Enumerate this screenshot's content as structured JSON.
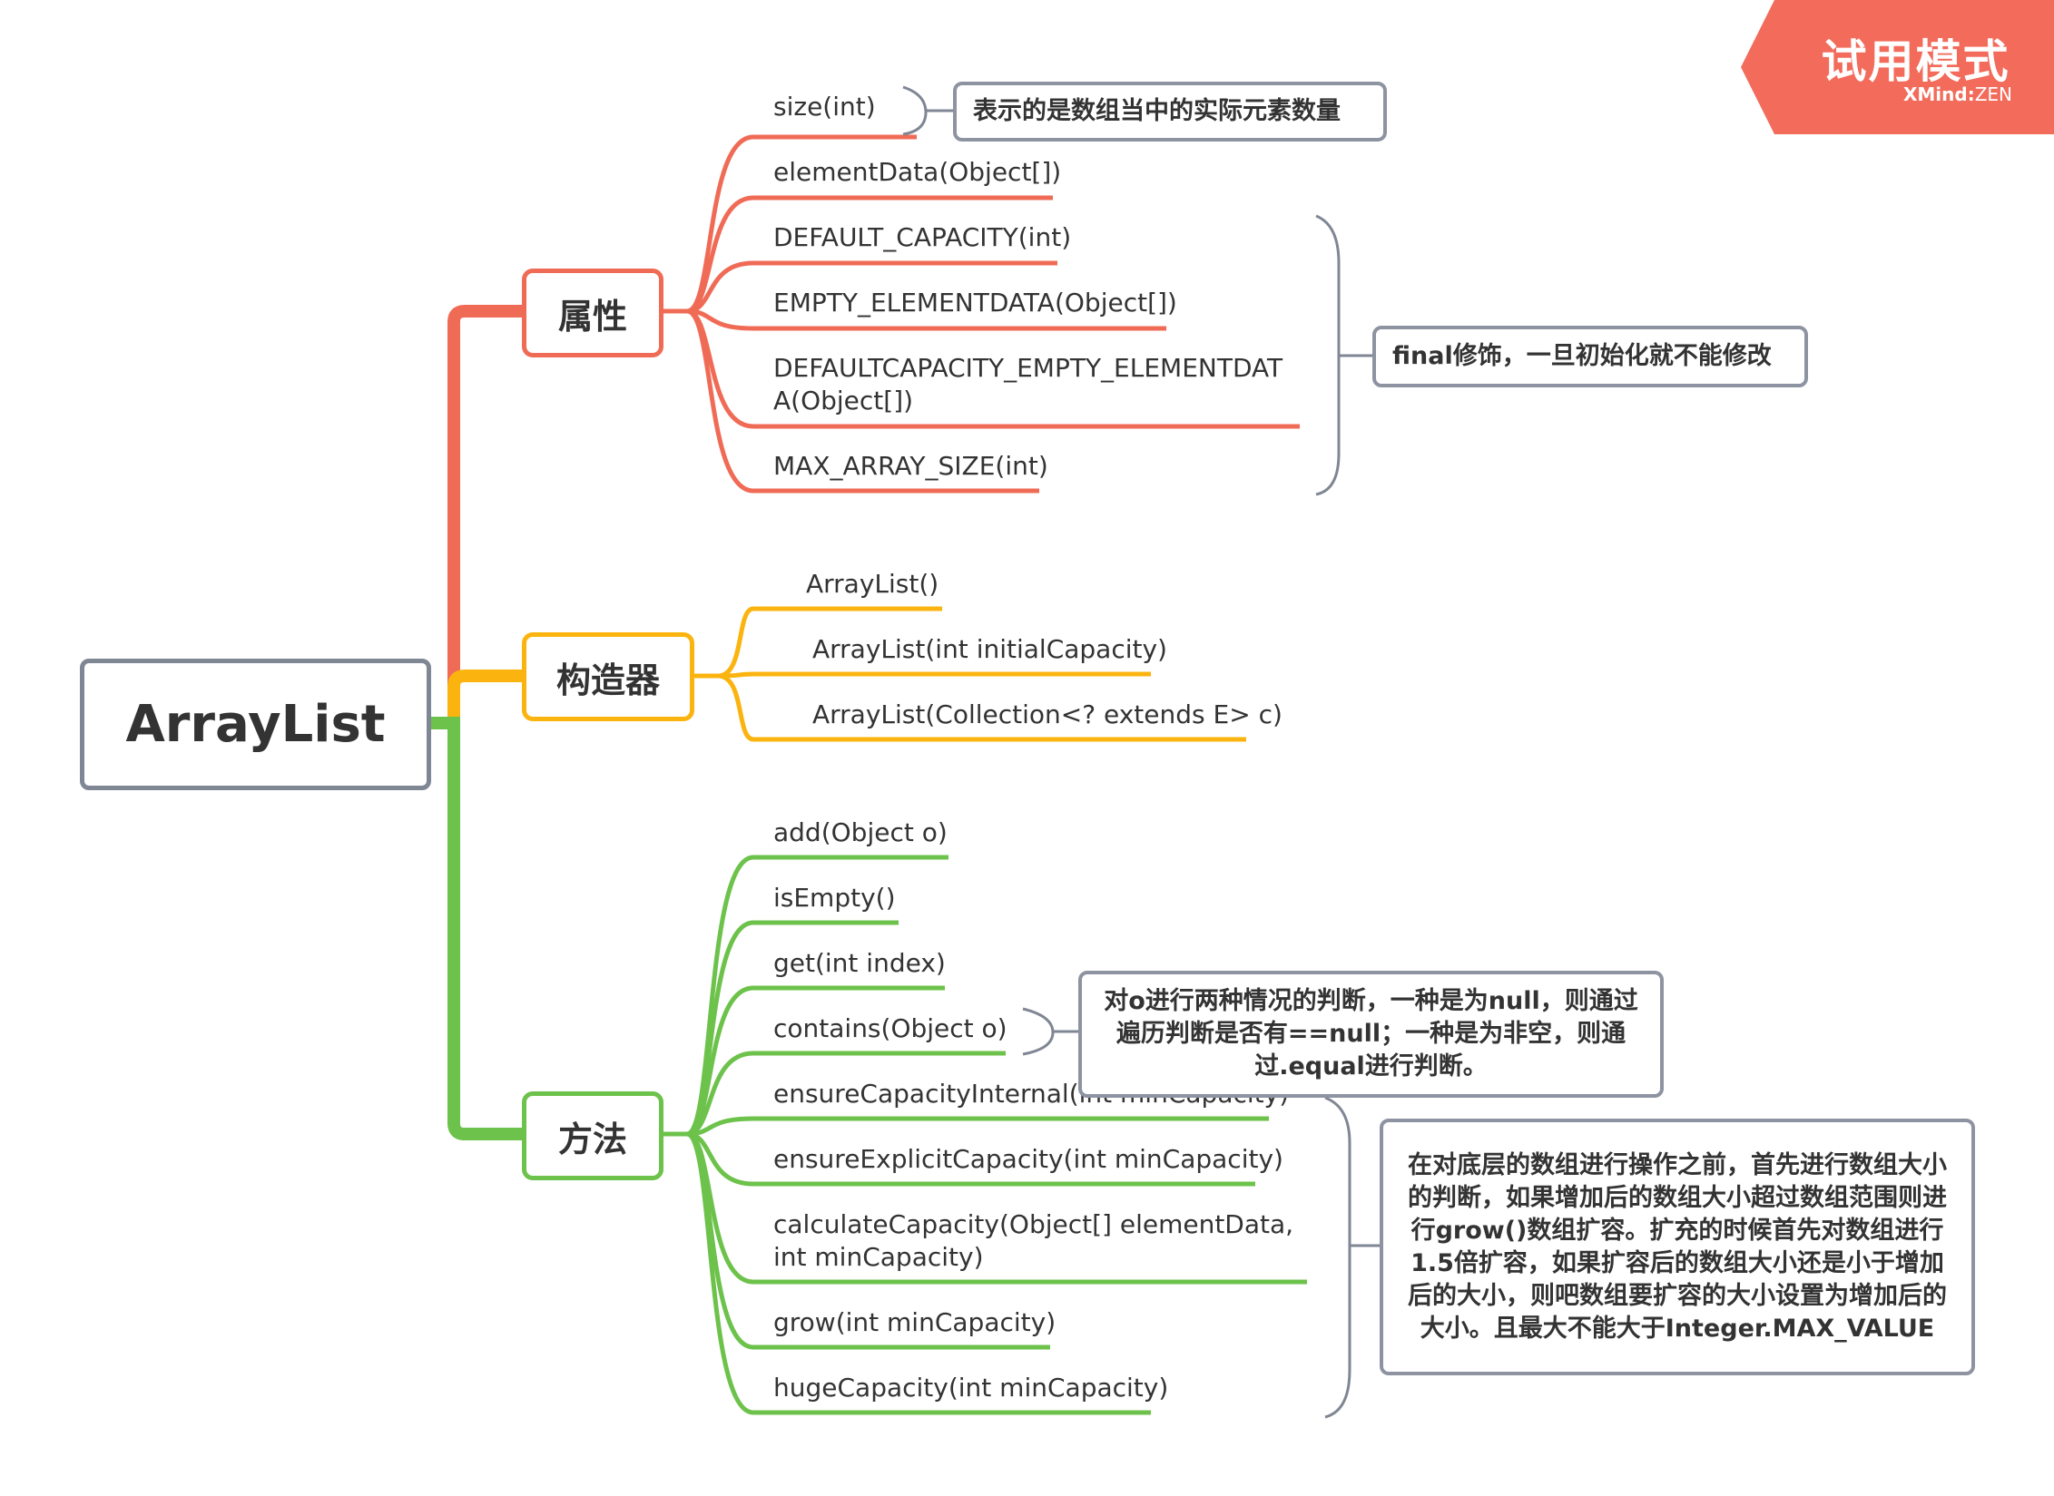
{
  "central": "ArrayList",
  "colors": {
    "attr": "#f06b56",
    "ctor": "#fbb40f",
    "method": "#6cc24a",
    "gray": "#7f8694",
    "trial": "#f26b5b"
  },
  "watermark": {
    "title": "试用模式",
    "brand": "XMind",
    "sep": ":",
    "edition": "ZEN"
  },
  "branches": {
    "attributes": {
      "label": "属性",
      "items": [
        "size(int)",
        "elementData(Object[])",
        "DEFAULT_CAPACITY(int)",
        "EMPTY_ELEMENTDATA(Object[])",
        "DEFAULTCAPACITY_EMPTY_ELEMENTDATA(Object[])",
        "MAX_ARRAY_SIZE(int)"
      ]
    },
    "constructors": {
      "label": "构造器",
      "items": [
        "ArrayList()",
        "ArrayList(int initialCapacity)",
        "ArrayList(Collection<? extends E> c)"
      ]
    },
    "methods": {
      "label": "方法",
      "items": [
        "add(Object o)",
        "isEmpty()",
        "get(int index)",
        "contains(Object o)",
        "ensureCapacityInternal(int minCapacity)",
        "ensureExplicitCapacity(int minCapacity)",
        "calculateCapacity(Object[] elementData, int minCapacity)",
        "grow(int minCapacity)",
        "hugeCapacity(int minCapacity)"
      ]
    }
  },
  "callouts": {
    "size_note": "表示的是数组当中的实际元素数量",
    "final_note": "final修饰，一旦初始化就不能修改",
    "contains_note": "对o进行两种情况的判断，一种是为null，则通过遍历判断是否有==null；一种是为非空，则通过.equal进行判断。",
    "grow_note": "在对底层的数组进行操作之前，首先进行数组大小的判断，如果增加后的数组大小超过数组范围则进行grow()数组扩容。扩充的时候首先对数组进行1.5倍扩容，如果扩容后的数组大小还是小于增加后的大小，则吧数组要扩容的大小设置为增加后的大小。且最大不能大于Integer.MAX_VALUE"
  }
}
